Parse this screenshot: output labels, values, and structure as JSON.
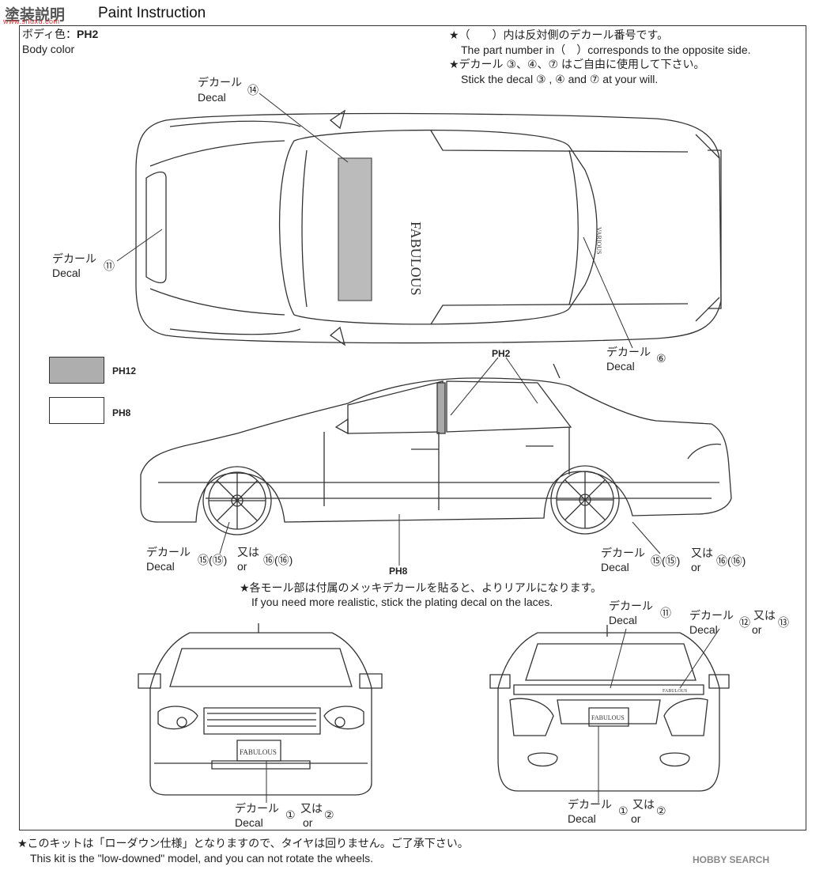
{
  "header": {
    "title_jp": "塗装説明",
    "title_en": "Paint Instruction",
    "watermark_top": "www.shuxu.com"
  },
  "body_color": {
    "label_jp": "ボディ色：",
    "code": "PH2",
    "label_en": "Body color"
  },
  "notes_top": {
    "line1": "★（　　）内は反対側のデカール番号です。",
    "line2": "The part number in（　）corresponds to the opposite side.",
    "line3": "★デカール ③、④、⑦ はご自由に使用して下さい。",
    "line4": "Stick the decal ③ , ④ and ⑦ at your will."
  },
  "top_view": {
    "decal14_jp": "デカール",
    "decal14_en": "Decal",
    "decal14_num": "⑭",
    "decal11_jp": "デカール",
    "decal11_en": "Decal",
    "decal11_num": "⑪",
    "decal6_jp": "デカール",
    "decal6_en": "Decal",
    "decal6_num": "⑥",
    "roof_text": "FABULOUS",
    "trunk_text": "VARIOUS"
  },
  "swatches": [
    {
      "code": "PH12",
      "color": "#aeaeae"
    },
    {
      "code": "PH8",
      "color": "#ffffff"
    }
  ],
  "side_view": {
    "pillar_code": "PH2",
    "sill_code": "PH8",
    "left_decal_jp": "デカール",
    "left_decal_en": "Decal",
    "left_decal_nums": "⑮(⑮)",
    "left_or_jp": "又は",
    "left_or_en": "or",
    "left_alt_nums": "⑯(⑯)",
    "right_decal_jp": "デカール",
    "right_decal_en": "Decal",
    "right_decal_nums": "⑮(⑮)",
    "right_or_jp": "又は",
    "right_or_en": "or",
    "right_alt_nums": "⑯(⑯)",
    "note_jp": "★各モール部は付属のメッキデカールを貼ると、よりリアルになります。",
    "note_en": "If you need more realistic, stick the plating decal on the laces."
  },
  "front_view": {
    "plate_text": "FABULOUS",
    "decal_jp": "デカール",
    "decal_en": "Decal",
    "num_a": "①",
    "or_jp": "又は",
    "or_en": "or",
    "num_b": "②"
  },
  "rear_view": {
    "decal11_jp": "デカール",
    "decal11_en": "Decal",
    "decal11_num": "⑪",
    "decal12_jp": "デカール",
    "decal12_en": "Decal",
    "decal12_num": "⑫",
    "decal12_or_jp": "又は",
    "decal12_or_en": "or",
    "decal13_num": "⑬",
    "trunk_text": "FABULOUS",
    "plate_text": "FABULOUS",
    "decal_jp": "デカール",
    "decal_en": "Decal",
    "num_a": "①",
    "or_jp": "又は",
    "or_en": "or",
    "num_b": "②"
  },
  "footer": {
    "line_jp": "★このキットは「ローダウン仕様」となりますので、タイヤは回りません。ご了承下さい。",
    "line_en": "This kit is the \"low-downed\" model, and you can not rotate the wheels.",
    "watermark": "HOBBY SEARCH"
  }
}
